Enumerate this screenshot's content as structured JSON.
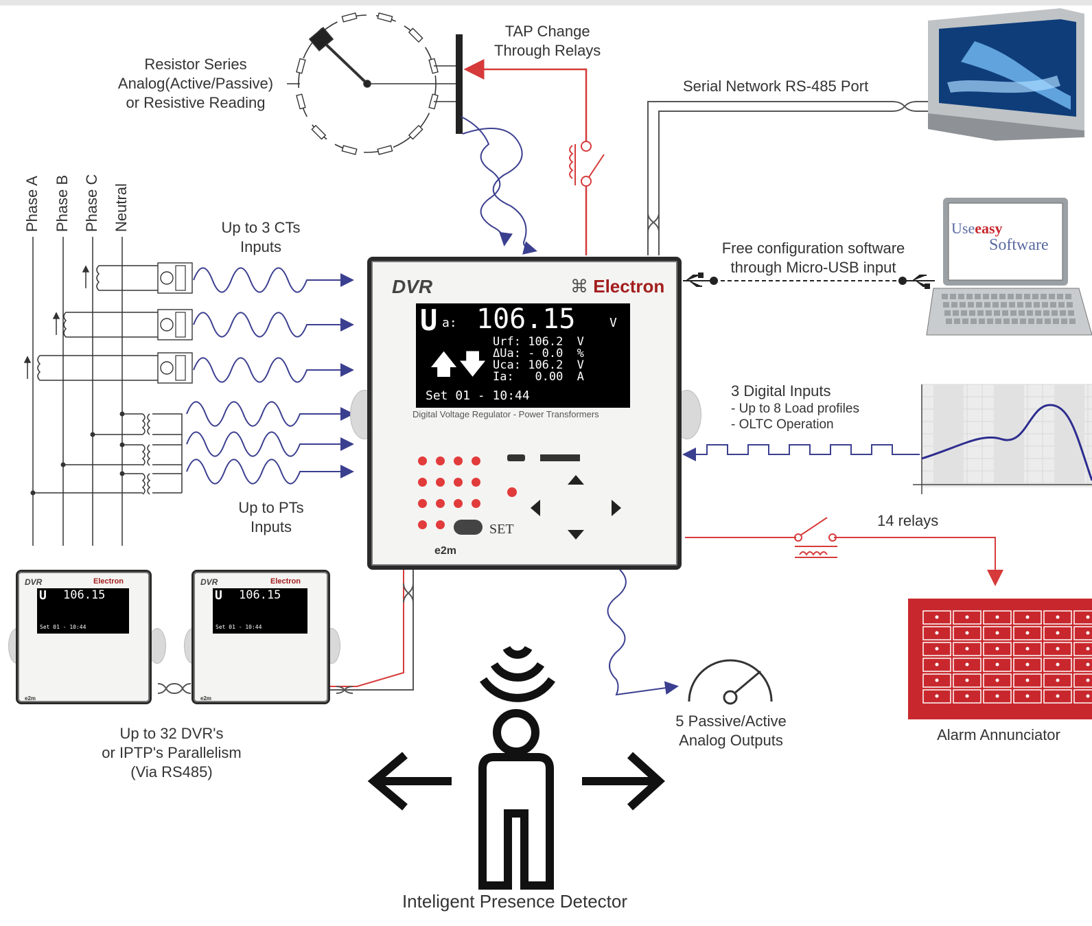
{
  "labels": {
    "tap_change": [
      "TAP Change",
      "Through Relays"
    ],
    "resistor": [
      "Resistor Series",
      "Analog(Active/Passive)",
      "or Resistive Reading"
    ],
    "serial": "Serial Network RS-485 Port",
    "config": [
      "Free configuration software",
      "through Micro-USB input"
    ],
    "ct_inputs": [
      "Up to 3 CTs",
      "Inputs"
    ],
    "pt_inputs": [
      "Up to PTs",
      "Inputs"
    ],
    "digital_inputs_title": "3 Digital Inputs",
    "digital_inputs_items": [
      "- Up to 8 Load profiles",
      "- OLTC Operation"
    ],
    "relays": "14 relays",
    "analog_outputs": [
      "5 Passive/Active",
      "Analog Outputs"
    ],
    "alarm": "Alarm Annunciator",
    "parallel": [
      "Up to 32 DVR's",
      "or IPTP's Parallelism",
      "(Via RS485)"
    ],
    "presence": "Inteligent Presence Detector",
    "phases": [
      "Phase A",
      "Phase B",
      "Phase C",
      "Neutral"
    ]
  },
  "device": {
    "model": "DVR",
    "brand": "Electron",
    "subtitle": "Digital Voltage Regulator - Power Transformers",
    "maker": "e2m",
    "set_label": "SET",
    "screen": {
      "main_symbol": "U",
      "main_sub": "a:",
      "main_value": "106.15",
      "main_unit": "V",
      "rows": [
        {
          "label": "Urf:",
          "value": "106.2",
          "unit": "V"
        },
        {
          "label": "ΔUa:",
          "value": "- 0.0",
          "unit": "%"
        },
        {
          "label": "Uca:",
          "value": "106.2",
          "unit": "V"
        },
        {
          "label": "Ia:",
          "value": "0.00",
          "unit": "A"
        }
      ],
      "set_line": "Set 01 - 10:44"
    }
  },
  "laptop_logo": [
    "Use",
    "easy",
    "Software"
  ],
  "colors": {
    "wire_blue": "#3b3f8f",
    "wire_red": "#d63a3a",
    "wire_gray": "#555555",
    "annunciator": "#c8282d",
    "chart_line": "#2d2d8f"
  },
  "icons": [
    "desktop-monitor-icon",
    "laptop-icon",
    "usb-icon",
    "relay-switch-icon",
    "gauge-icon",
    "person-icon",
    "wireless-icon",
    "arrow-left-icon",
    "arrow-right-icon",
    "load-profile-chart"
  ]
}
